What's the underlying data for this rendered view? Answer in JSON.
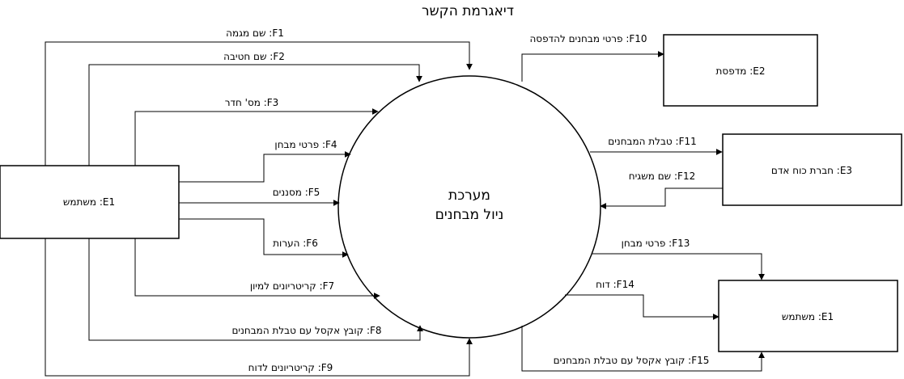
{
  "title": "דיאגרמת הקשר",
  "process": {
    "line1": "מערכת",
    "line2": "ניול מבחנים"
  },
  "entities": {
    "user_left": "E1: משתמש",
    "printer": "E2: מדפסת",
    "company": "E3: חברת כוח אדם",
    "user_right": "E1: משתמש"
  },
  "flows": {
    "f1": "F1: שם מגמה",
    "f2": "F2: שם חטיבה",
    "f3": "F3: מס' חדר",
    "f4": "F4: פרטי מבחן",
    "f5": "F5: מסננים",
    "f6": "F6: הערות",
    "f7": "F7: קריטריונים למיון",
    "f8": "F8: קובץ אקסל עם טבלת המבחנים",
    "f9": "F9: קריטריונים לדוח",
    "f10": "F10: פרטי מבחנים להדפסה",
    "f11": "F11: טבלת המבחנים",
    "f12": "F12: שם משגיח",
    "f13": "F13: פרטי מבחן",
    "f14": "F14: דוח",
    "f15": "F15: קובץ אקסל עם טבלת המבחנים"
  }
}
